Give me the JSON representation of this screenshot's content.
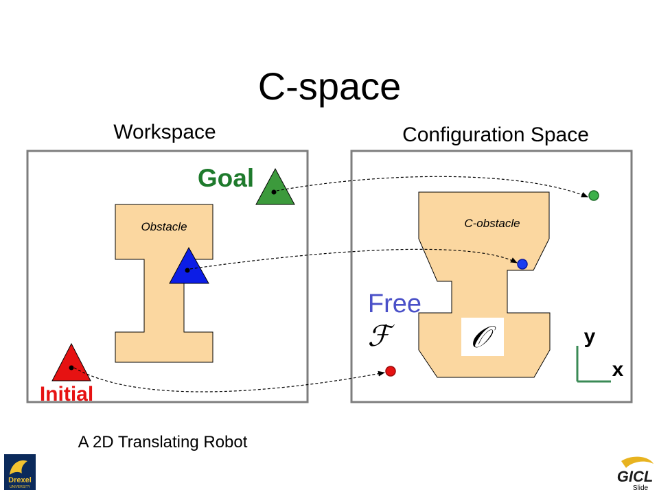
{
  "slide": {
    "title": "C-space",
    "caption": "A 2D Translating Robot",
    "footer_label": "Slide"
  },
  "workspace": {
    "heading": "Workspace",
    "obstacle_label": "Obstacle",
    "goal_label": "Goal",
    "initial_label": "Initial"
  },
  "cspace": {
    "heading": "Configuration Space",
    "obstacle_label": "C-obstacle",
    "free_label": "Free",
    "free_symbol": "ℱ",
    "obstacle_symbol": "𝒪",
    "axis_y": "y",
    "axis_x": "x"
  },
  "logos": {
    "left": {
      "text": "Drexel",
      "subtext": "UNIVERSITY"
    },
    "right": {
      "text": "GICL"
    }
  },
  "colors": {
    "obstacle_fill": "#fbd7a0",
    "goal": "#3c9a3c",
    "goal_label": "#1e7a2c",
    "middle": "#0c1de6",
    "initial": "#e61212",
    "free_label": "#4a50c8",
    "axes": "#3a8a55",
    "panel_border": "#7d7d7d"
  }
}
